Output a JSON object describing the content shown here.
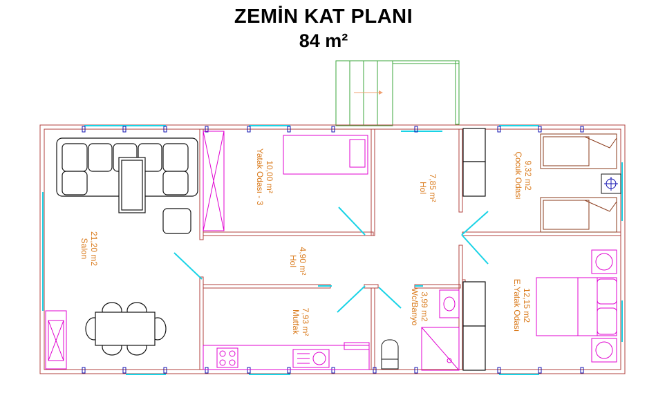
{
  "title": "ZEMİN KAT PLANI",
  "area": "84 m²",
  "rooms": [
    {
      "id": "salon",
      "name": "Salon",
      "area": "21,20 m2"
    },
    {
      "id": "yatak3",
      "name": "Yatak Odası - 3",
      "area": "10,00 m²"
    },
    {
      "id": "hol1",
      "name": "Hol",
      "area": "7,85 m²"
    },
    {
      "id": "cocuk",
      "name": "Çocuk Odası",
      "area": "9,32 m2"
    },
    {
      "id": "hol2",
      "name": "Hol",
      "area": "4,90 m²"
    },
    {
      "id": "mutfak",
      "name": "Mutfak",
      "area": "7,93 m²"
    },
    {
      "id": "wc",
      "name": "Wc/Banyo",
      "area": "3,99 m2"
    },
    {
      "id": "eyatak",
      "name": "E.Yatak Odası",
      "area": "12,15 m2"
    }
  ],
  "colors": {
    "wall": "#b0413e",
    "furniture": "#111111",
    "fixture": "#e000d0",
    "window": "#19d3e6",
    "stairs": "#3aa53a",
    "label": "#d9791a",
    "door_marker": "#1010b0"
  }
}
